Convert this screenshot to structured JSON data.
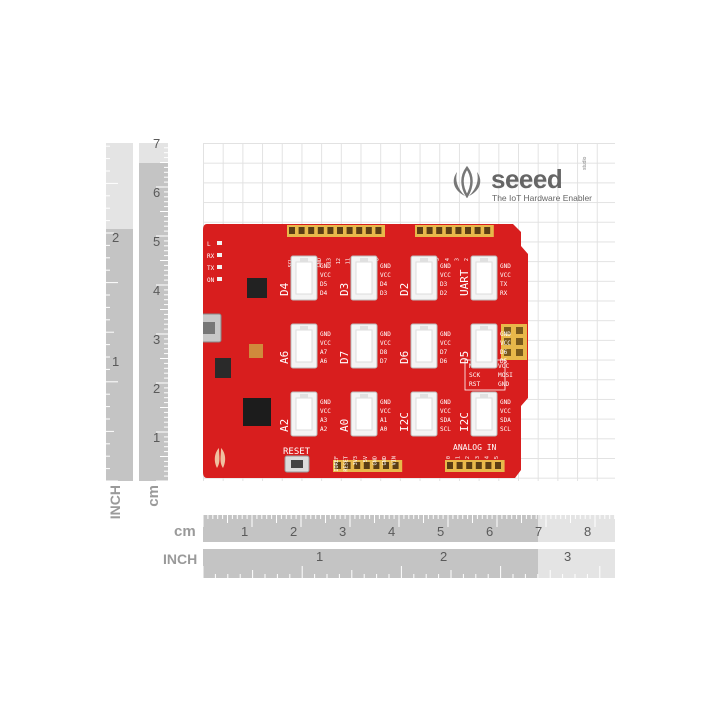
{
  "brand": {
    "name": "seeed",
    "tagline": "The IoT Hardware Enabler",
    "sub": "studio"
  },
  "rulers": {
    "inch_label": "INCH",
    "cm_label": "cm",
    "cm_numbers": [
      "1",
      "2",
      "3",
      "4",
      "5",
      "6",
      "7",
      "8"
    ],
    "inch_numbers": [
      "1",
      "2",
      "3"
    ],
    "vertical_cm": [
      "1",
      "2",
      "3",
      "4",
      "5",
      "6",
      "7"
    ],
    "vertical_inch": [
      "1",
      "2"
    ]
  },
  "board": {
    "color": "#d81e1e",
    "reset_label": "RESET",
    "analog_label": "ANALOG IN",
    "headers_top_left": [
      "SCL",
      "SDA",
      "AREF",
      "GND",
      "13",
      "12",
      "11",
      "10",
      "9",
      "8"
    ],
    "headers_top_right": [
      "7",
      "6",
      "5",
      "4",
      "3",
      "2",
      "TX 1",
      "RX 0"
    ],
    "headers_bottom_left": [
      "IOREF",
      "RESET",
      "3V3",
      "5V",
      "GND",
      "GND",
      "VIN"
    ],
    "headers_bottom_right": [
      "0",
      "1",
      "2",
      "3",
      "4",
      "5"
    ],
    "icsp_labels": [
      "MISO",
      "VCC",
      "SCK",
      "MOSI",
      "RST",
      "GND"
    ],
    "side_labels": [
      "L",
      "RX",
      "TX",
      "ON"
    ],
    "grove_ports": [
      {
        "label": "D4",
        "pins": [
          "GND",
          "VCC",
          "D5",
          "D4"
        ]
      },
      {
        "label": "D3",
        "pins": [
          "GND",
          "VCC",
          "D4",
          "D3"
        ]
      },
      {
        "label": "D2",
        "pins": [
          "GND",
          "VCC",
          "D3",
          "D2"
        ]
      },
      {
        "label": "UART",
        "pins": [
          "GND",
          "VCC",
          "TX",
          "RX"
        ]
      },
      {
        "label": "A6",
        "pins": [
          "GND",
          "VCC",
          "A7",
          "A6"
        ]
      },
      {
        "label": "D7",
        "pins": [
          "GND",
          "VCC",
          "D8",
          "D7"
        ]
      },
      {
        "label": "D6",
        "pins": [
          "GND",
          "VCC",
          "D7",
          "D6"
        ]
      },
      {
        "label": "D5",
        "pins": [
          "GND",
          "VCC",
          "D6",
          "D5"
        ]
      },
      {
        "label": "A2",
        "pins": [
          "GND",
          "VCC",
          "A3",
          "A2"
        ]
      },
      {
        "label": "A0",
        "pins": [
          "GND",
          "VCC",
          "A1",
          "A0"
        ]
      },
      {
        "label": "I2C",
        "pins": [
          "GND",
          "VCC",
          "SDA",
          "SCL"
        ]
      },
      {
        "label": "I2C",
        "pins": [
          "GND",
          "VCC",
          "SDA",
          "SCL"
        ]
      }
    ]
  }
}
